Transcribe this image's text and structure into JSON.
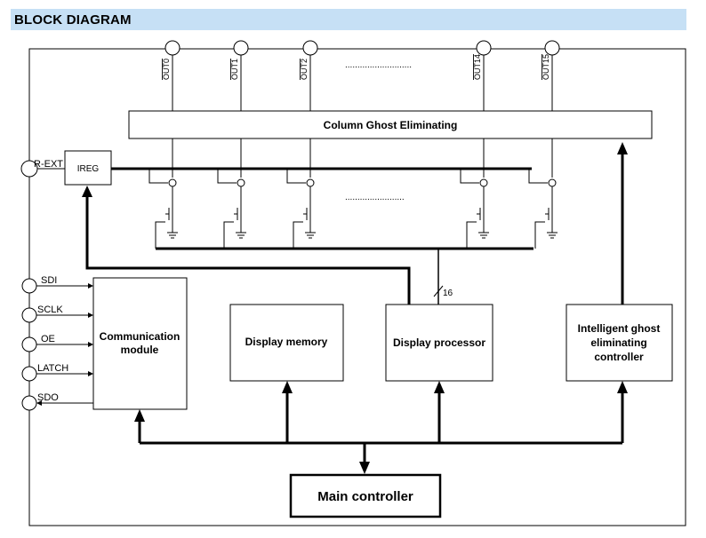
{
  "header": {
    "title": "BLOCK DIAGRAM"
  },
  "outputs": {
    "out0": "OUT0",
    "out1": "OUT1",
    "out2": "OUT2",
    "out14": "OUT14",
    "out15": "OUT15",
    "ellipsis": "..........................."
  },
  "blocks": {
    "column_ghost": "Column Ghost Eliminating",
    "ireg": "IREG",
    "communication_line1": "Communication",
    "communication_line2": "module",
    "display_memory": "Display memory",
    "display_processor": "Display processor",
    "intelligent_line1": "Intelligent ghost",
    "intelligent_line2": "eliminating",
    "intelligent_line3": "controller",
    "main_controller": "Main controller"
  },
  "pins": {
    "rext": "R-EXT",
    "sdi": "SDI",
    "sclk": "SCLK",
    "oe": "OE",
    "latch": "LATCH",
    "sdo": "SDO"
  },
  "bus": {
    "width_label": "16"
  },
  "driver_ellipsis": "........................"
}
